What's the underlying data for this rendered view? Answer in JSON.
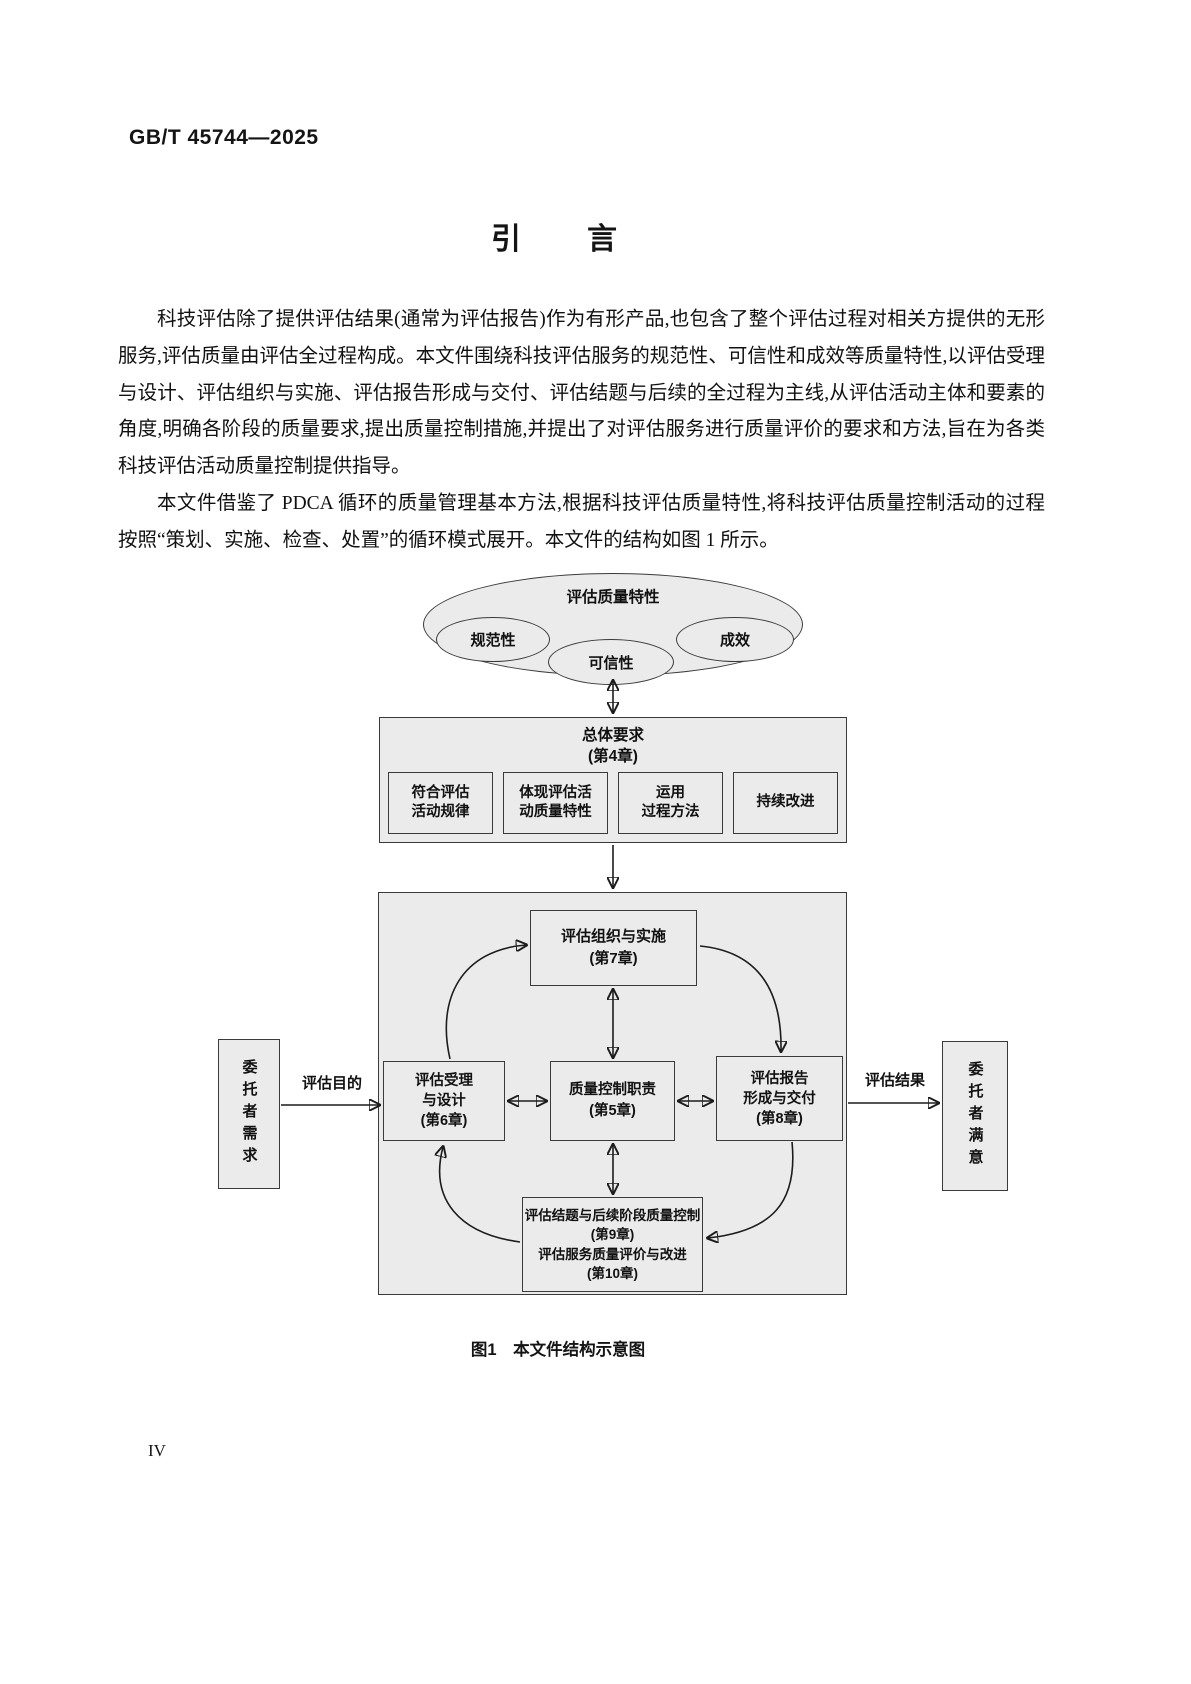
{
  "page": {
    "doc_number": "GB/T 45744—2025",
    "title": "引　　言",
    "page_number": "IV"
  },
  "colors": {
    "diagram_fill": "#ebebeb",
    "line_color": "#1c1c1c",
    "text_color": "#141414"
  },
  "intro": {
    "p1": "科技评估除了提供评估结果(通常为评估报告)作为有形产品,也包含了整个评估过程对相关方提供的无形服务,评估质量由评估全过程构成。本文件围绕科技评估服务的规范性、可信性和成效等质量特性,以评估受理与设计、评估组织与实施、评估报告形成与交付、评估结题与后续的全过程为主线,从评估活动主体和要素的角度,明确各阶段的质量要求,提出质量控制措施,并提出了对评估服务进行质量评价的要求和方法,旨在为各类科技评估活动质量控制提供指导。",
    "p2": "本文件借鉴了 PDCA 循环的质量管理基本方法,根据科技评估质量特性,将科技评估质量控制活动的过程按照“策划、实施、检查、处置”的循环模式展开。本文件的结构如图 1 所示。"
  },
  "diagram": {
    "quality": {
      "label": "评估质量特性",
      "items": [
        "规范性",
        "可信性",
        "成效"
      ]
    },
    "general": {
      "title": "总体要求",
      "chapter": "(第4章)",
      "items": [
        [
          "符合评估",
          "活动规律"
        ],
        [
          "体现评估活",
          "动质量特性"
        ],
        [
          "运用",
          "过程方法"
        ],
        [
          "持续改进"
        ]
      ]
    },
    "cycle": {
      "organize": [
        "评估组织与实施",
        "(第7章)"
      ],
      "accept": [
        "评估受理",
        "与设计",
        "(第6章)"
      ],
      "control": [
        "质量控制职责",
        "(第5章)"
      ],
      "report": [
        "评估报告",
        "形成与交付",
        "(第8章)"
      ],
      "conclude": [
        "评估结题与后续阶段质量控制",
        "(第9章)",
        "评估服务质量评价与改进",
        "(第10章)"
      ]
    },
    "client_need": "委托者需求",
    "client_satisfy": "委托者满意",
    "purpose_label": "评估目的",
    "result_label": "评估结果"
  },
  "figure": {
    "caption": "图1　本文件结构示意图"
  }
}
